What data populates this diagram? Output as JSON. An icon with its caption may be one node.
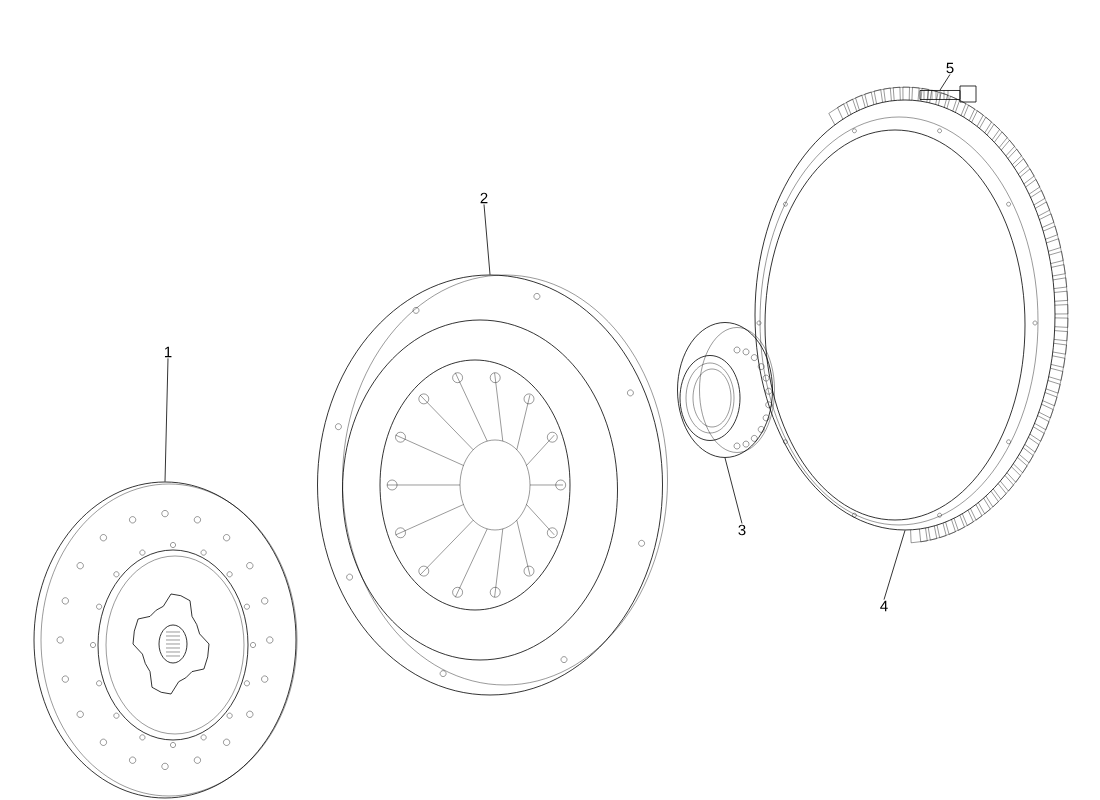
{
  "diagram": {
    "nodes": [
      {
        "text": [
          "1"
        ]
      },
      {
        "text": [
          "2"
        ]
      },
      {
        "text": [
          "3"
        ]
      },
      {
        "text": [
          "4"
        ]
      },
      {
        "text": [
          "5"
        ]
      },
      {
        "text": [],
        "shape": "picture"
      },
      {
        "text": [],
        "shape": "picture"
      },
      {
        "text": [],
        "shape": "picture"
      },
      {
        "text": [],
        "shape": "picture"
      },
      {
        "text": [],
        "shape": "picture"
      }
    ],
    "edges": [
      {
        "from": 0,
        "to": 5,
        "arrow": "none"
      },
      {
        "from": 1,
        "to": 6,
        "arrow": "none"
      },
      {
        "from": 2,
        "to": 7,
        "arrow": "none"
      },
      {
        "from": 3,
        "to": 8,
        "arrow": "none"
      },
      {
        "from": 4,
        "to": 9,
        "arrow": "none"
      }
    ]
  }
}
